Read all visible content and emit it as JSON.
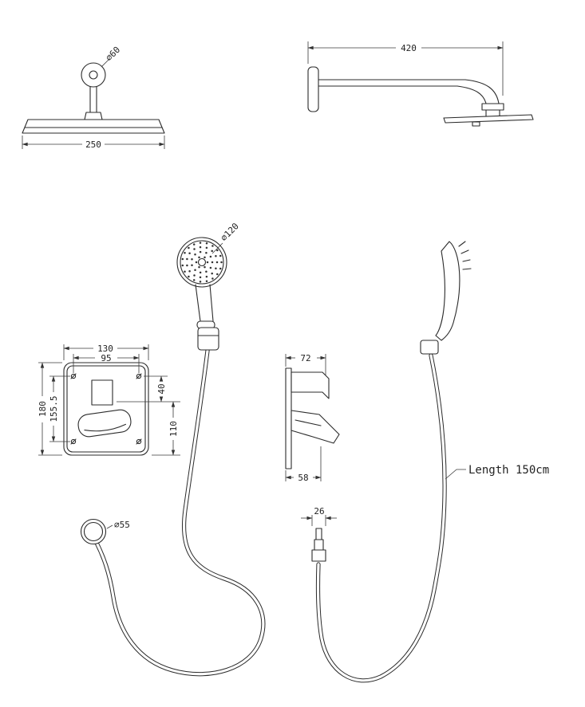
{
  "page": {
    "background": "#ffffff",
    "line_color": "#2b2b2b"
  },
  "figures": {
    "overhead_front": {
      "diameter_label": "⌀60",
      "width_label": "250"
    },
    "overhead_side": {
      "arm_length_label": "420"
    },
    "handshower": {
      "diameter_label": "⌀120"
    },
    "valve_front": {
      "width_label": "130",
      "screw_spacing_h_label": "95",
      "height_label": "180",
      "screw_spacing_v_label": "155.5",
      "upper_offset_label": "40",
      "lower_offset_label": "110"
    },
    "valve_side": {
      "depth_label": "72",
      "width_label": "58"
    },
    "hose": {
      "nut_diameter_label": "⌀55",
      "fitting_width_label": "26",
      "length_label": "Length 150cm"
    }
  }
}
